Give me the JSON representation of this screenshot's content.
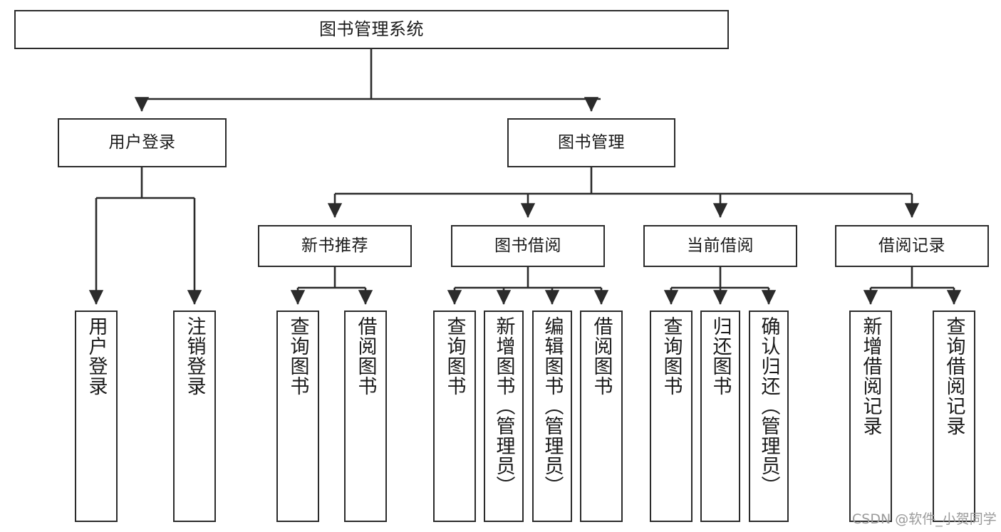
{
  "diagram": {
    "title": "图书管理系统",
    "type": "tree-hierarchy",
    "watermark": "CSDN @软件_小贺同学",
    "colors": {
      "box_border": "#2b2b2b",
      "box_fill": "#ffffff",
      "edge": "#2b2b2b",
      "text": "#1a1a1a",
      "watermark": "#9a9a9a",
      "background": "#ffffff"
    },
    "nodes": {
      "root": {
        "label": "图书管理系统"
      },
      "level2": [
        {
          "id": "user-login",
          "label": "用户登录"
        },
        {
          "id": "book-manage",
          "label": "图书管理"
        }
      ],
      "level3": [
        {
          "id": "new-book-rec",
          "label": "新书推荐"
        },
        {
          "id": "book-borrow",
          "label": "图书借阅"
        },
        {
          "id": "current-borrow",
          "label": "当前借阅"
        },
        {
          "id": "borrow-record",
          "label": "借阅记录"
        }
      ],
      "leaves": {
        "user-login": [
          {
            "id": "leaf-user-login",
            "label": "用户登录"
          },
          {
            "id": "leaf-logout",
            "label": "注销登录"
          }
        ],
        "new-book-rec": [
          {
            "id": "leaf-query-book-1",
            "label": "查询图书"
          },
          {
            "id": "leaf-borrow-book-1",
            "label": "借阅图书"
          }
        ],
        "book-borrow": [
          {
            "id": "leaf-query-book-2",
            "label": "查询图书"
          },
          {
            "id": "leaf-add-book",
            "label": "新增图书（管理员）"
          },
          {
            "id": "leaf-edit-book",
            "label": "编辑图书（管理员）"
          },
          {
            "id": "leaf-borrow-book-2",
            "label": "借阅图书"
          }
        ],
        "current-borrow": [
          {
            "id": "leaf-query-book-3",
            "label": "查询图书"
          },
          {
            "id": "leaf-return-book",
            "label": "归还图书"
          },
          {
            "id": "leaf-confirm-return",
            "label": "确认归还（管理员）"
          }
        ],
        "borrow-record": [
          {
            "id": "leaf-add-record",
            "label": "新增借阅记录"
          },
          {
            "id": "leaf-query-record",
            "label": "查询借阅记录"
          }
        ]
      }
    }
  }
}
